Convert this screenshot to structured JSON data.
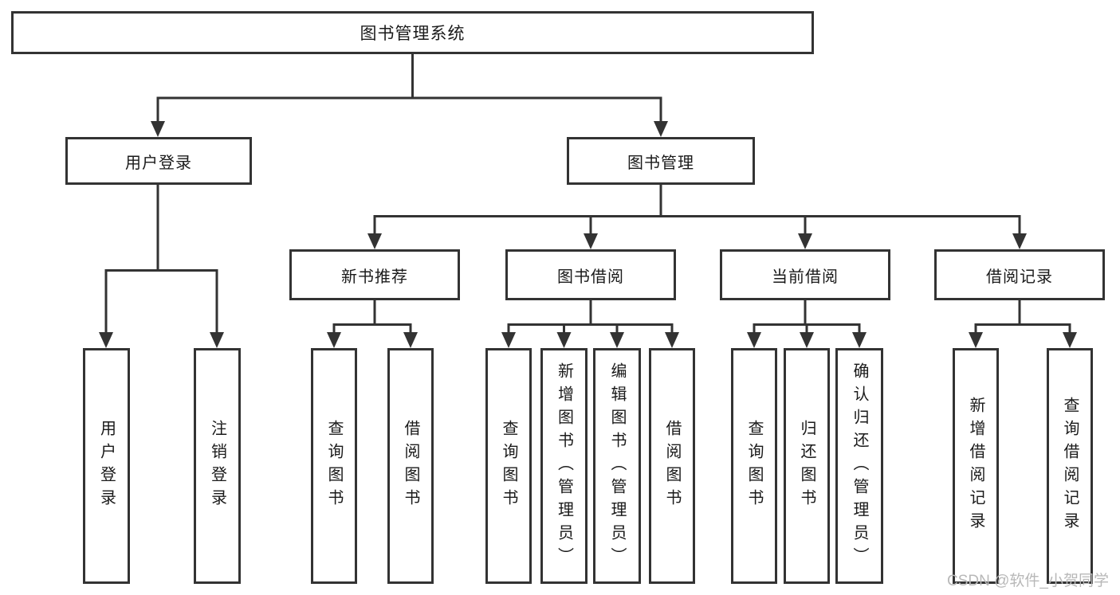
{
  "page": {
    "background": "#ffffff",
    "watermark": "CSDN @软件_小贺同学"
  },
  "colors": {
    "line": "#333333",
    "box_border": "#333333",
    "text": "#1a1a1a",
    "watermark": "#b8b8b8"
  },
  "nodes": {
    "root": {
      "label": "图书管理系统"
    },
    "level2": [
      {
        "id": "user-login",
        "label": "用户登录"
      },
      {
        "id": "book-management",
        "label": "图书管理"
      }
    ],
    "level3": [
      {
        "id": "new-book-recommend",
        "label": "新书推荐"
      },
      {
        "id": "book-borrow",
        "label": "图书借阅"
      },
      {
        "id": "current-borrow",
        "label": "当前借阅"
      },
      {
        "id": "borrow-record",
        "label": "借阅记录"
      }
    ],
    "leaves": [
      {
        "id": "user-login-leaf",
        "parent": "user-login",
        "label": "用户登录"
      },
      {
        "id": "logout-leaf",
        "parent": "user-login",
        "label": "注销登录"
      },
      {
        "id": "query-books-recommend",
        "parent": "new-book-recommend",
        "label": "查询图书"
      },
      {
        "id": "borrow-books-recommend",
        "parent": "new-book-recommend",
        "label": "借阅图书"
      },
      {
        "id": "query-books-borrow",
        "parent": "book-borrow",
        "label": "查询图书"
      },
      {
        "id": "add-books-admin",
        "parent": "book-borrow",
        "label": "新增图书（管理员）"
      },
      {
        "id": "edit-books-admin",
        "parent": "book-borrow",
        "label": "编辑图书（管理员）"
      },
      {
        "id": "borrow-books-borrow",
        "parent": "book-borrow",
        "label": "借阅图书"
      },
      {
        "id": "query-books-current",
        "parent": "current-borrow",
        "label": "查询图书"
      },
      {
        "id": "return-books",
        "parent": "current-borrow",
        "label": "归还图书"
      },
      {
        "id": "confirm-return-admin",
        "parent": "current-borrow",
        "label": "确认归还（管理员）"
      },
      {
        "id": "add-borrow-record",
        "parent": "borrow-record",
        "label": "新增借阅记录"
      },
      {
        "id": "query-borrow-record",
        "parent": "borrow-record",
        "label": "查询借阅记录"
      }
    ]
  }
}
